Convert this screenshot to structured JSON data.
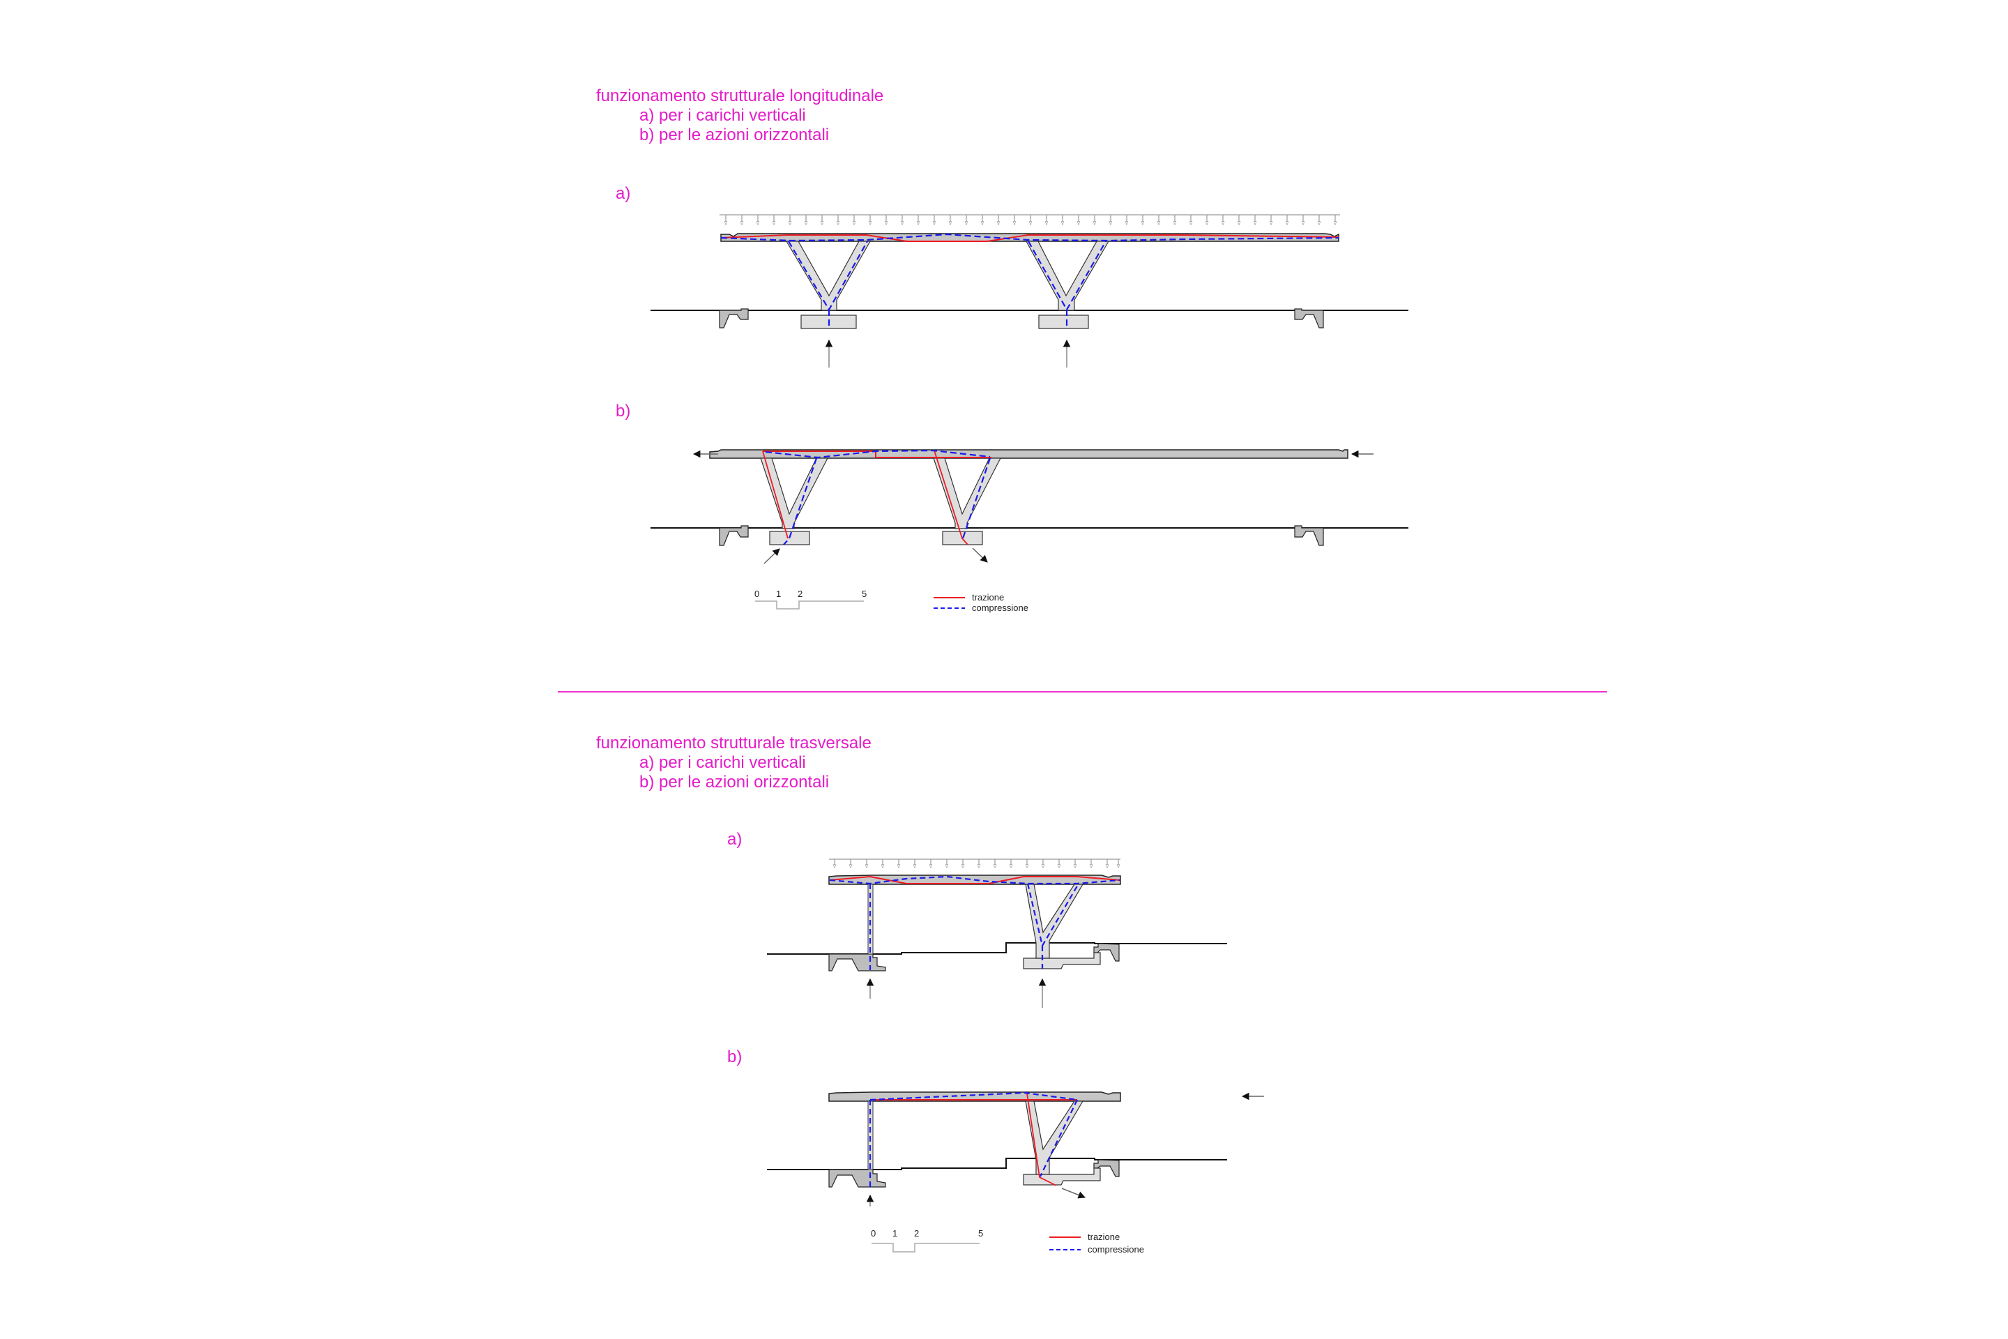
{
  "colors": {
    "accent_magenta": "#e41cc8",
    "tension_red": "#ee1c24",
    "compression_blue": "#1a1aee",
    "structure_gray": "#c8c8c8",
    "light_gray": "#e2e2e2",
    "outline": "#222222"
  },
  "section_longitudinal": {
    "title": "funzionamento strutturale longitudinale",
    "items": [
      {
        "label": "a)  per i carichi verticali"
      },
      {
        "label": "b)  per le azioni orizzontali"
      }
    ],
    "panel_a_label": "a)",
    "panel_b_label": "b)",
    "scale": {
      "ticks": [
        "0",
        "1",
        "2",
        "5"
      ]
    },
    "legend": [
      {
        "label": "trazione",
        "style": "solid",
        "color": "#ee1c24"
      },
      {
        "label": "compressione",
        "style": "dashed",
        "color": "#1a1aee"
      }
    ]
  },
  "section_transversal": {
    "title": "funzionamento strutturale trasversale",
    "items": [
      {
        "label": "a)  per i carichi verticali"
      },
      {
        "label": "b)  per le azioni orizzontali"
      }
    ],
    "panel_a_label": "a)",
    "panel_b_label": "b)",
    "scale": {
      "ticks": [
        "0",
        "1",
        "2",
        "5"
      ]
    },
    "legend": [
      {
        "label": "trazione",
        "style": "solid",
        "color": "#ee1c24"
      },
      {
        "label": "compressione",
        "style": "dashed",
        "color": "#1a1aee"
      }
    ]
  }
}
